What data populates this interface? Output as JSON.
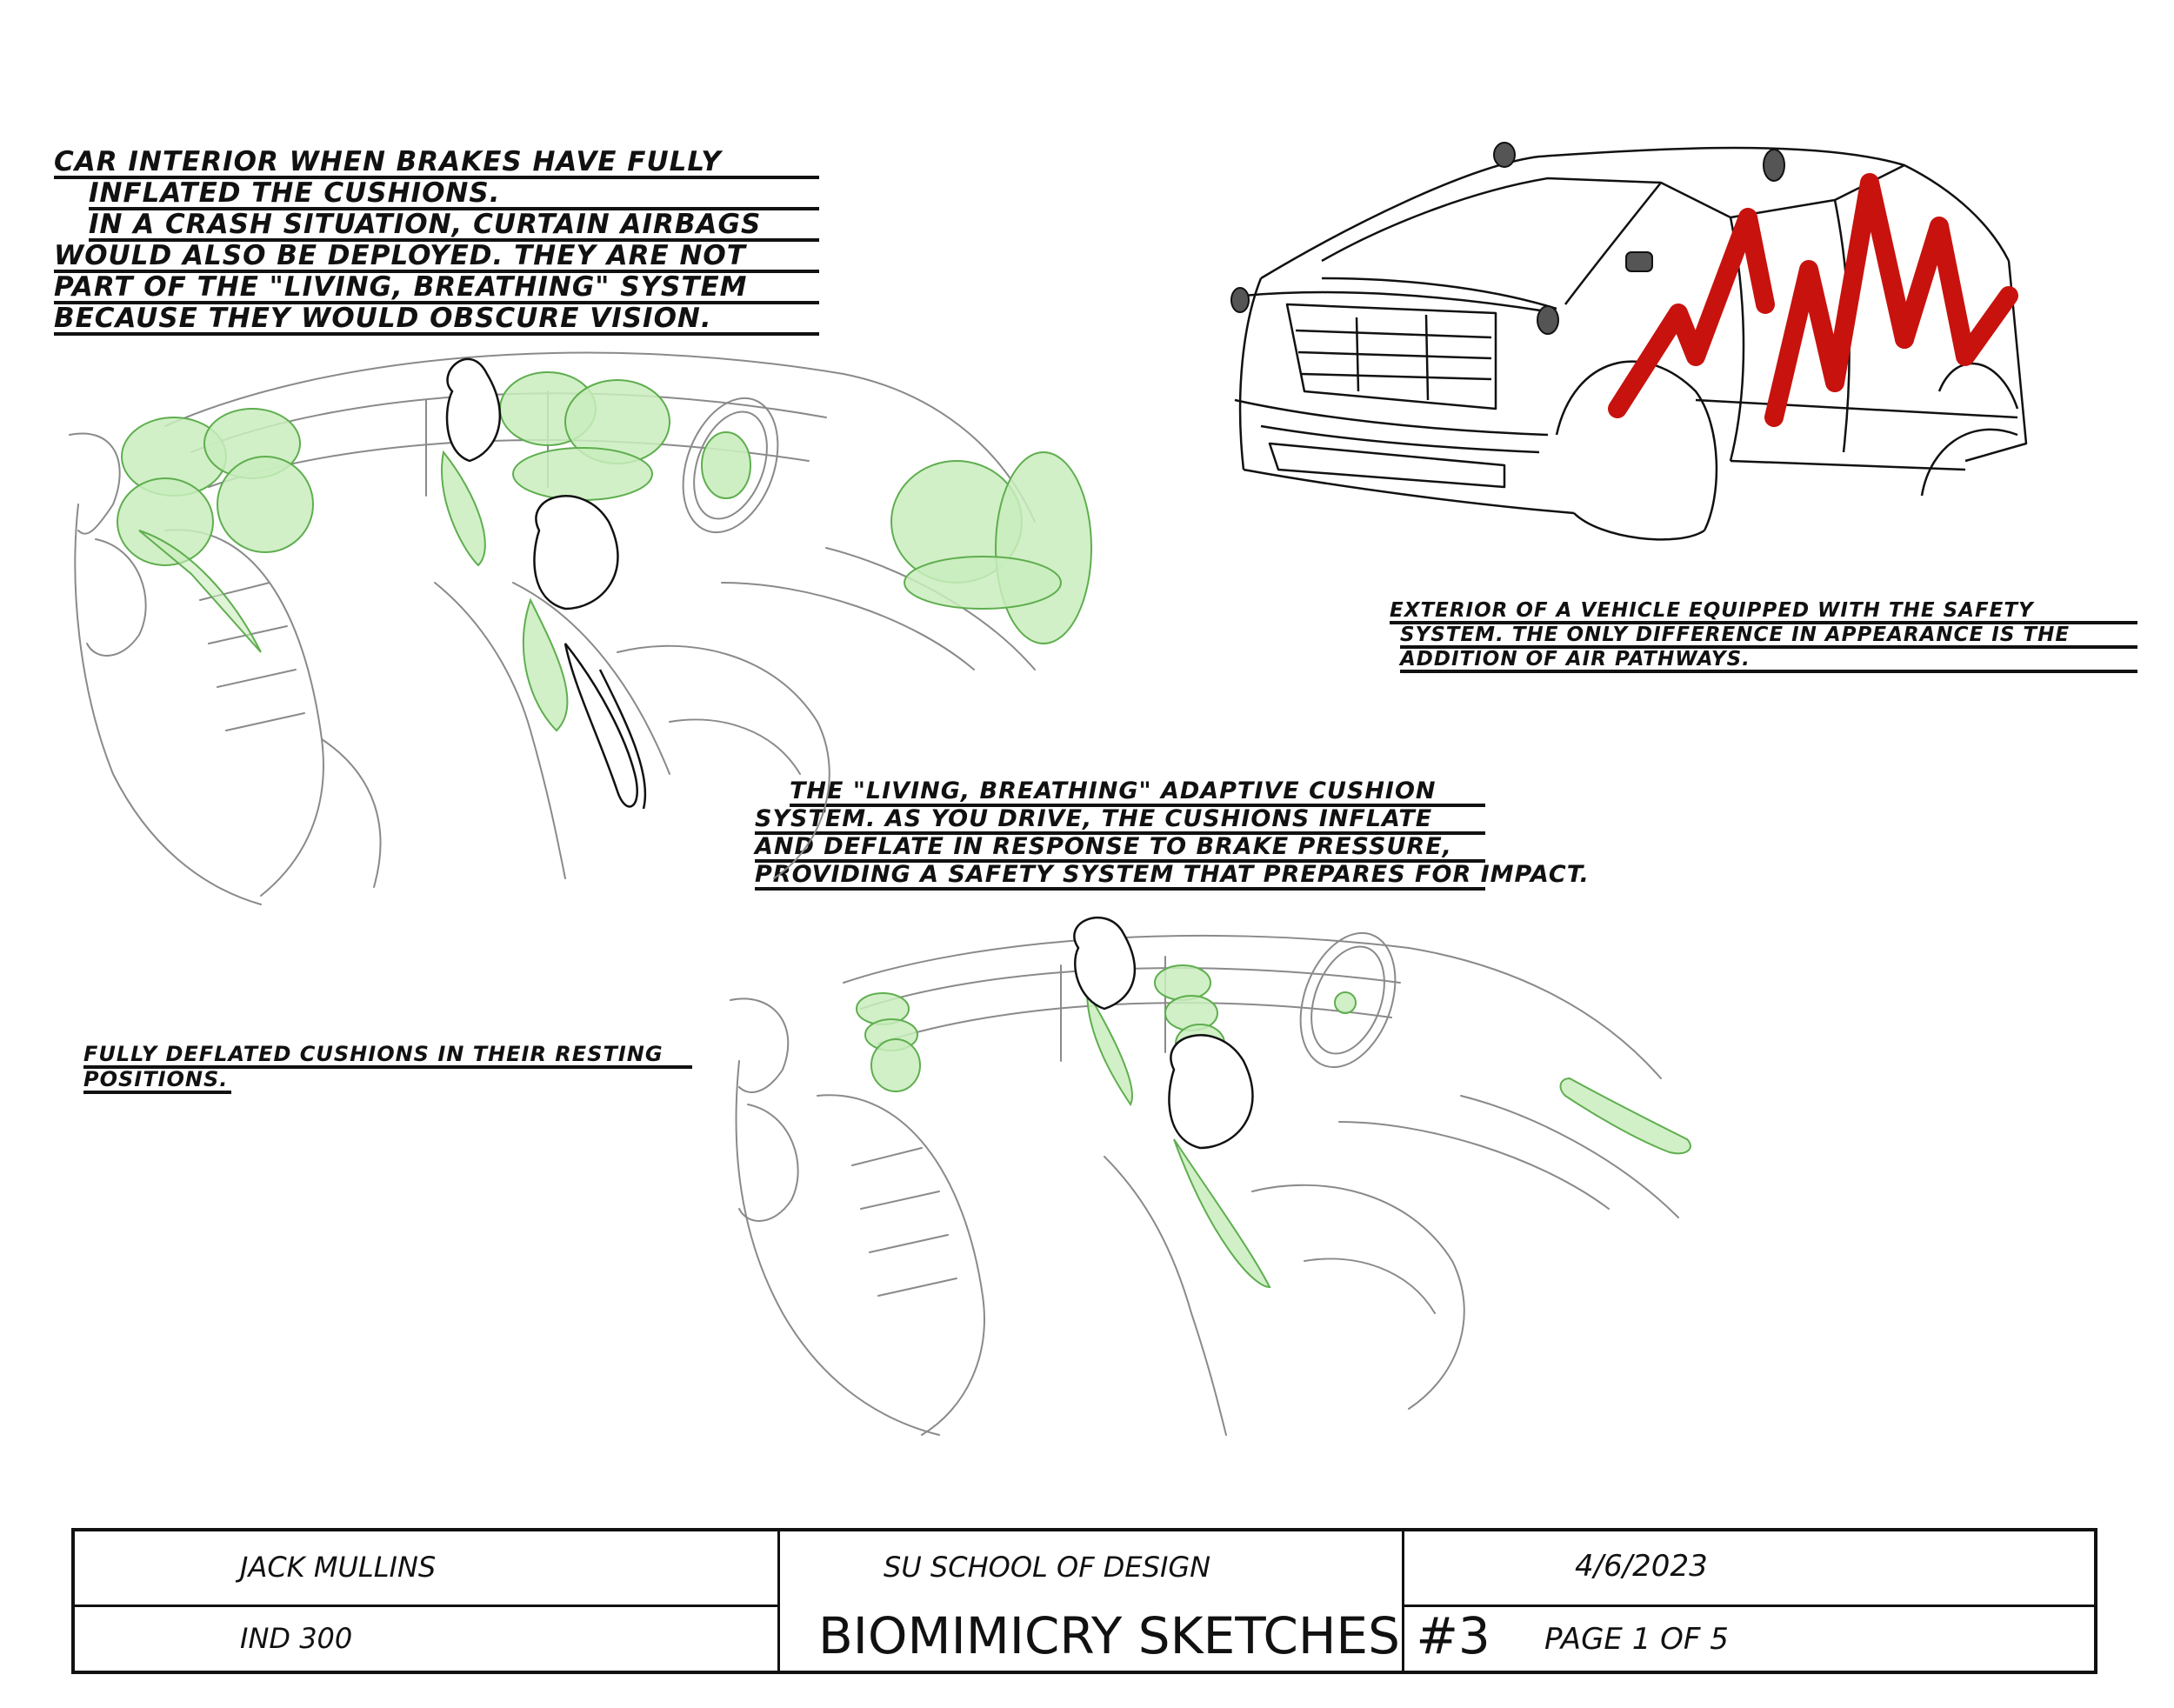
{
  "notes": {
    "interior": [
      "Car interior when brakes have fully",
      "inflated the cushions.",
      "In a crash situation, curtain airbags",
      "would also be deployed. They are not",
      "part of the \"living, breathing\" system",
      "because they would obscure vision."
    ],
    "exterior": [
      "Exterior of a vehicle equipped with the safety",
      "system. The only difference in appearance is the",
      "addition of air pathways."
    ],
    "system": [
      "The \"living, breathing\" adaptive cushion",
      "system. As you drive, the cushions inflate",
      "and deflate in response to brake pressure,",
      "providing a safety system that prepares for impact."
    ],
    "deflated": [
      "Fully deflated cushions in their resting",
      "positions."
    ]
  },
  "title_block": {
    "name": "Jack Mullins",
    "course": "IND 300",
    "school": "SU School of Design",
    "title": "Biomimicry Sketches #3",
    "date": "4/6/2023",
    "page": "Page 1 of 5"
  },
  "colors": {
    "ink": "#111111",
    "sketch_line": "#8a8a8a",
    "cushion_fill": "#c9edbd",
    "cushion_stroke": "#5fae4f",
    "air_pathway": "#c8120e"
  }
}
